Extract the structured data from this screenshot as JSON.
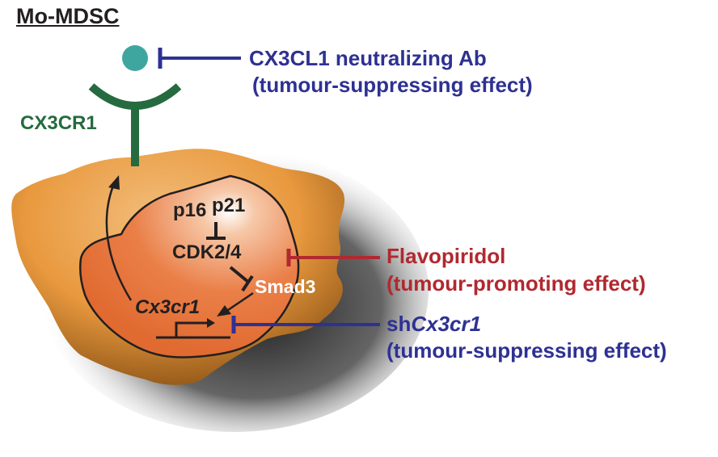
{
  "title": "Mo-MDSC",
  "receptor": {
    "label": "CX3CR1",
    "color": "#256b3f"
  },
  "ligand": {
    "color": "#3fa69f"
  },
  "nucleus": {
    "p16": "p16",
    "p21": "p21",
    "cdk": "CDK2/4",
    "smad": "Smad3",
    "gene": "Cx3cr1"
  },
  "interventions": [
    {
      "line1": "CX3CL1 neutralizing Ab",
      "line2": "(tumour-suppressing effect)",
      "color": "#2e3192"
    },
    {
      "line1": "Flavopiridol",
      "line2": "(tumour-promoting effect)",
      "color": "#b0292f"
    },
    {
      "line1_prefix": "sh",
      "line1_italic": "Cx3cr1",
      "line2": "(tumour-suppressing effect)",
      "color": "#2e3192"
    }
  ]
}
